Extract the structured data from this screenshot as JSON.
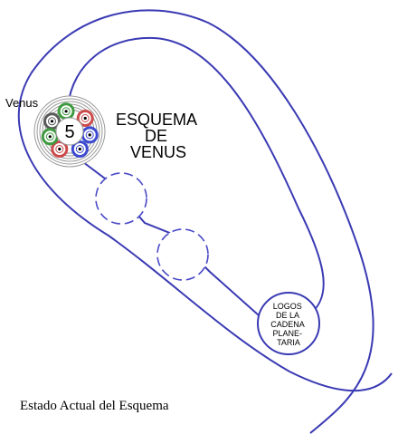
{
  "diagram": {
    "title_lines": [
      "ESQUEMA",
      "DE",
      "VENUS"
    ],
    "planet_label": "Venus",
    "center_number": "5",
    "logos_lines": [
      "LOGOS",
      "DE LA",
      "CADENA",
      "PLANE-",
      "TARIA"
    ],
    "caption": "Estado Actual del Esquema",
    "colors": {
      "line": "#3a3ab4",
      "dashed_circle": "#4a4ac8",
      "ring": "#9a9a9a",
      "text": "#000000"
    },
    "globes": [
      {
        "name": "gray-globe",
        "color": "#5a5a5a"
      },
      {
        "name": "green-globe-top",
        "color": "#3f9a3f"
      },
      {
        "name": "red-globe-right",
        "color": "#cc4a4a"
      },
      {
        "name": "blue-globe-right",
        "color": "#3c4ad0"
      },
      {
        "name": "blue-globe-bottom",
        "color": "#3c4ad0"
      },
      {
        "name": "red-globe-bottom",
        "color": "#cc4a4a"
      },
      {
        "name": "green-globe-left",
        "color": "#3f9a3f"
      }
    ]
  }
}
